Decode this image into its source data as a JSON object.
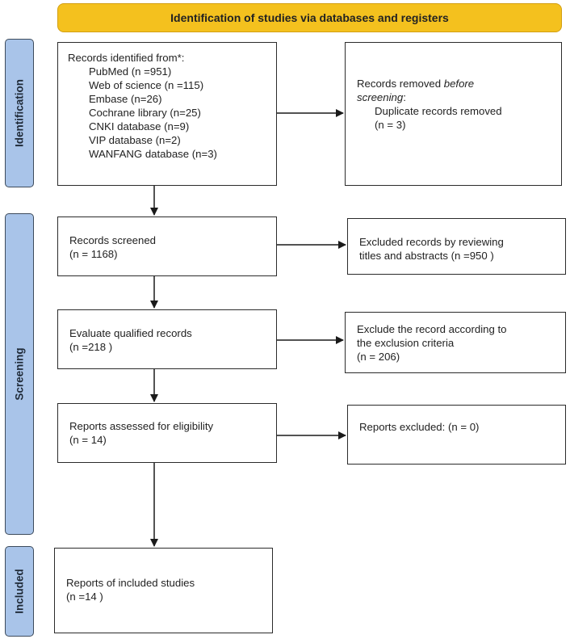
{
  "header": {
    "title": "Identification of studies via databases and registers"
  },
  "phases": {
    "identification": "Identification",
    "screening": "Screening",
    "included": "Included"
  },
  "identified": {
    "title": "Records identified from*:",
    "sources": [
      "PubMed (n =951)",
      "Web of science (n =115)",
      "Embase (n=26)",
      "Cochrane library (n=25)",
      "CNKI database (n=9)",
      "VIP database (n=2)",
      "WANFANG database (n=3)"
    ]
  },
  "removed": {
    "line1": "Records removed ",
    "line1_italic": "before",
    "line2_italic": "screening",
    "line2_suffix": ":",
    "detail": "Duplicate records removed",
    "count": "(n = 3)"
  },
  "screened": {
    "label": "Records screened",
    "count": "(n = 1168)"
  },
  "excluded_titles": {
    "line1": "Excluded records by reviewing",
    "line2": "titles and abstracts (n =950 )"
  },
  "qualified": {
    "label": "Evaluate qualified records",
    "count": "(n =218 )"
  },
  "excluded_criteria": {
    "line1": "Exclude the record according to",
    "line2": "the exclusion criteria",
    "count": "(n = 206)"
  },
  "eligibility": {
    "label": "Reports assessed for eligibility",
    "count": "(n = 14)"
  },
  "reports_excluded": {
    "label": "Reports excluded: (n = 0)"
  },
  "included": {
    "label": "Reports of included studies",
    "count": "(n =14 )"
  }
}
